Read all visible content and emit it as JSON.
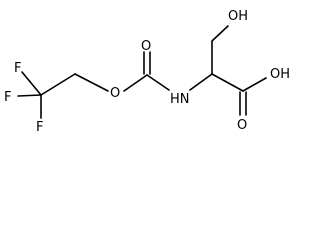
{
  "molecule": {
    "atoms": {
      "f_upper": "F",
      "f_left": "F",
      "f_lower": "F",
      "o_ester": "O",
      "o_carbonyl": "O",
      "n_amide": "HN",
      "o_hydroxyl": "OH",
      "o_acid_hydroxyl": "OH",
      "o_acid_carbonyl": "O"
    }
  }
}
